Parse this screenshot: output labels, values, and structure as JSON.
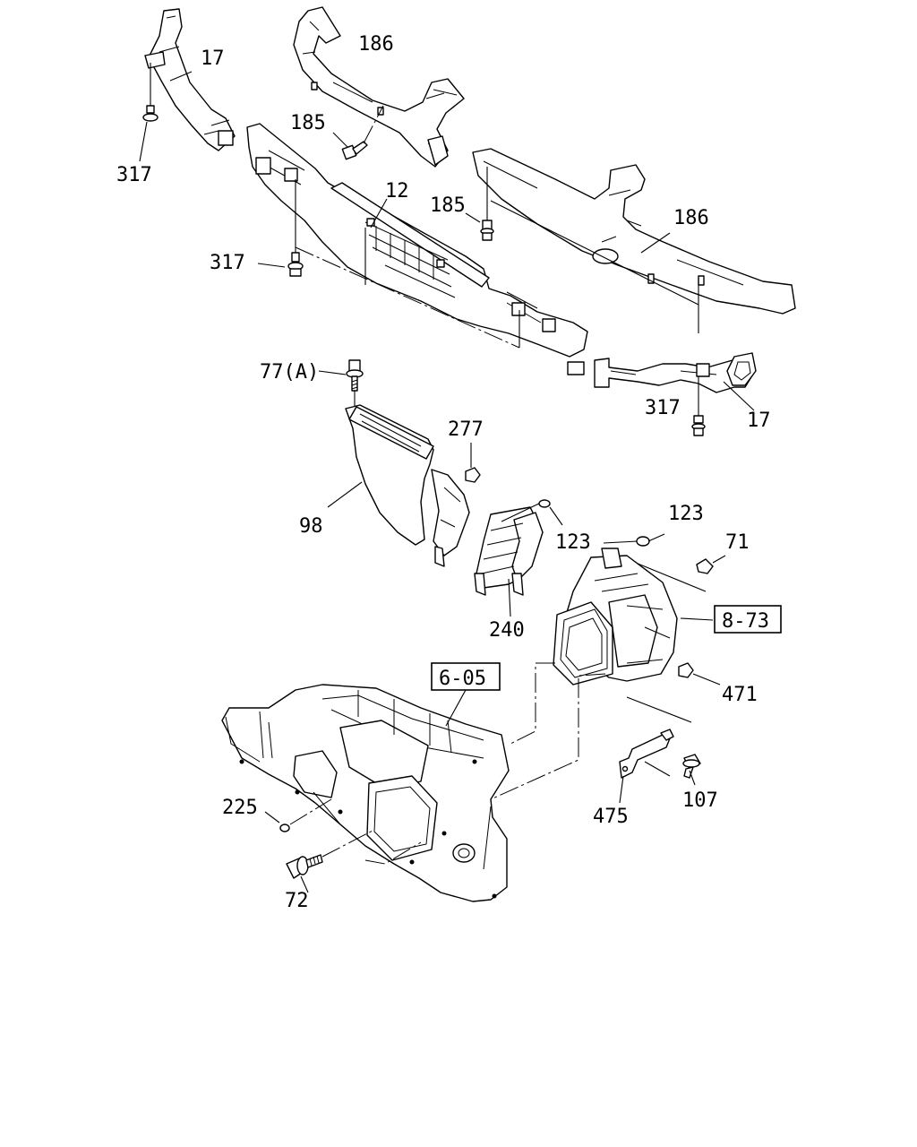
{
  "diagram": {
    "callouts": {
      "p17_top": "17",
      "p186_top": "186",
      "p185_top": "185",
      "p317_top": "317",
      "p12": "12",
      "p185_mid": "185",
      "p186_mid": "186",
      "p317_mid": "317",
      "p77a": "77(A)",
      "p317_right": "317",
      "p17_right": "17",
      "p277": "277",
      "p98": "98",
      "p123_a": "123",
      "p123_b": "123",
      "p71": "71",
      "p240": "240",
      "p471": "471",
      "p225": "225",
      "p475": "475",
      "p107": "107",
      "p72": "72"
    },
    "references": {
      "ref_873": "8-73",
      "ref_605": "6-05"
    }
  }
}
